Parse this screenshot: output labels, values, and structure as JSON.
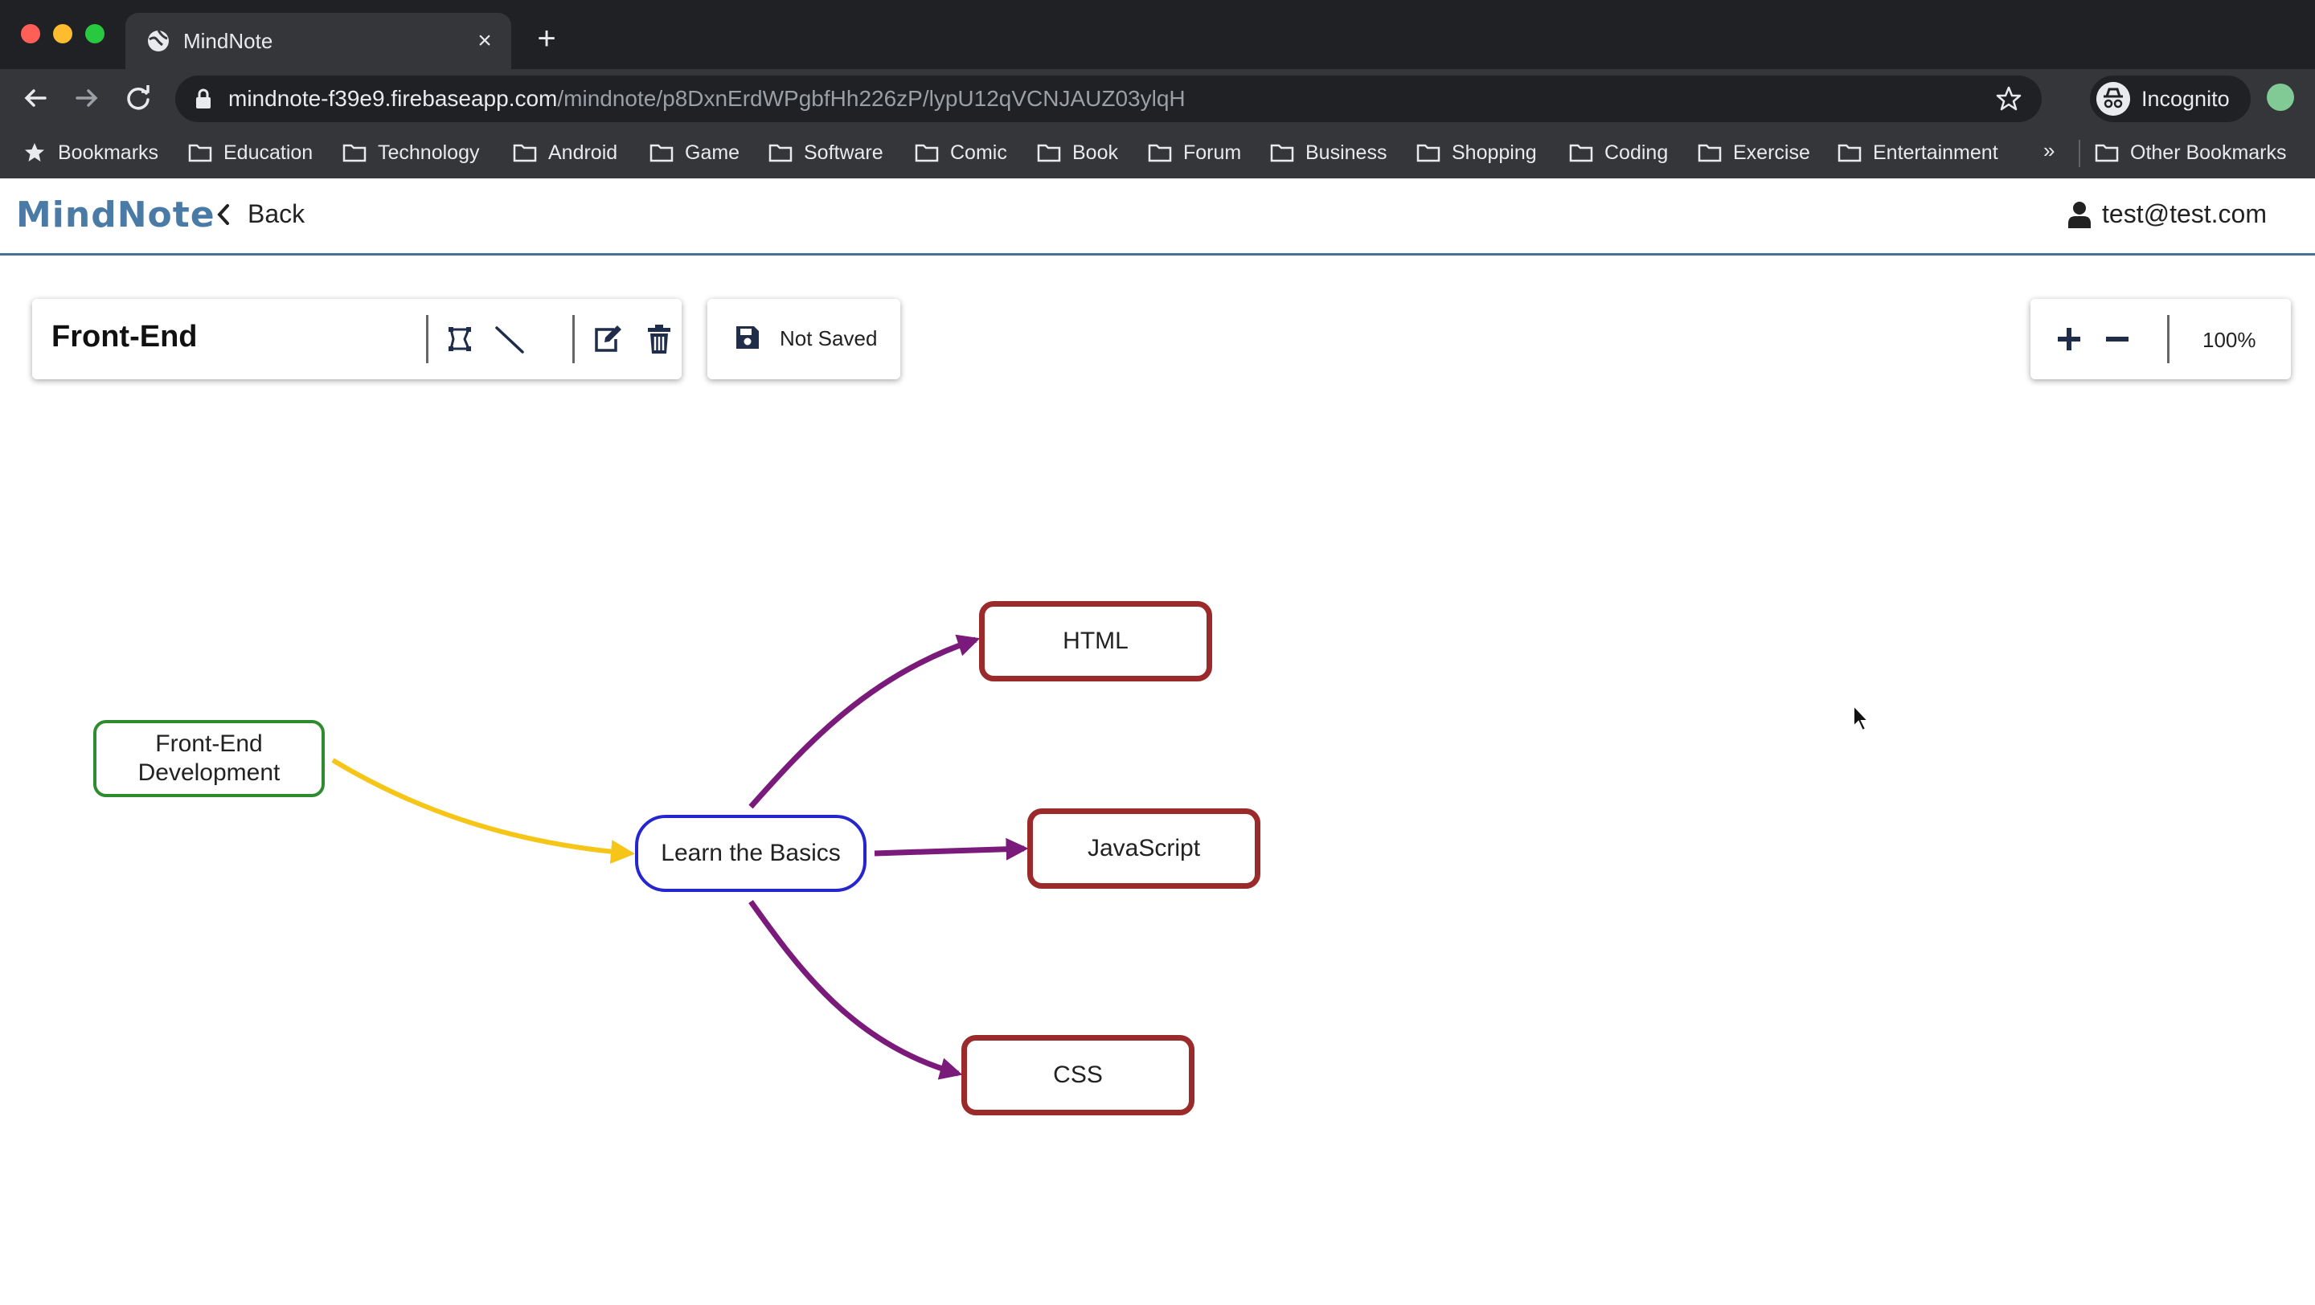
{
  "browser": {
    "tab_title": "MindNote",
    "url_host": "mindnote-f39e9.firebaseapp.com",
    "url_path": "/mindnote/p8DxnErdWPgbfHh226zP/lypU12qVCNJAUZ03ylqH",
    "profile_label": "Incognito",
    "bookmarks": [
      "Bookmarks",
      "Education",
      "Technology",
      "Android",
      "Game",
      "Software",
      "Comic",
      "Book",
      "Forum",
      "Business",
      "Shopping",
      "Coding",
      "Exercise",
      "Entertainment"
    ],
    "bookmarks_overflow": "»",
    "other_bookmarks": "Other Bookmarks"
  },
  "app": {
    "logo": "MindNote",
    "back_label": "Back",
    "user_email": "test@test.com"
  },
  "editor": {
    "map_title": "Front-End",
    "save_status": "Not Saved",
    "zoom_level": "100%"
  },
  "mindmap": {
    "nodes": {
      "root": "Front-End Development",
      "center": "Learn the Basics",
      "html": "HTML",
      "js": "JavaScript",
      "css": "CSS"
    },
    "colors": {
      "root_border": "#2e8b2e",
      "center_border": "#2626d0",
      "leaf_border": "#9b2a2a",
      "root_edge": "#f5c518",
      "child_edge": "#7a1a7a"
    }
  }
}
